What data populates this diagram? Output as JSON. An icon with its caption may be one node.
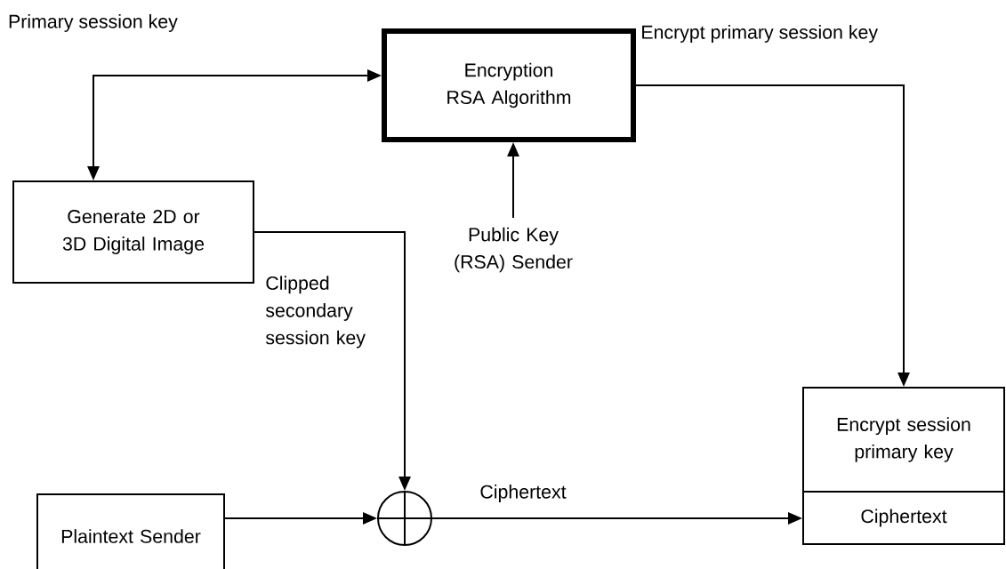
{
  "diagram": {
    "nodes": [
      {
        "text": [
          "Encryption RSA Algorithm"
        ]
      },
      {
        "text": [
          "Generate 2D or 3D Digital Image"
        ]
      },
      {
        "text": [
          "Public Key (RSA) Sender"
        ]
      },
      {
        "text": [
          "Plaintext Sender"
        ]
      },
      {
        "text": [],
        "shape": "circle"
      },
      {
        "text": [
          "Encrypt session primary key",
          "Ciphertext"
        ]
      }
    ],
    "edges": [
      {
        "from": 1,
        "to": 0,
        "arrow": "both"
      },
      {
        "from": 2,
        "to": 0,
        "arrow": "to"
      },
      {
        "from": 1,
        "to": 4,
        "arrow": "to",
        "label": "Clipped secondary session key"
      },
      {
        "from": 3,
        "to": 4,
        "arrow": "to"
      },
      {
        "from": 4,
        "to": 5,
        "arrow": "to",
        "label": "Ciphertext"
      },
      {
        "from": 0,
        "to": 5,
        "arrow": "to",
        "label": "Encrypt primary session key"
      }
    ],
    "labels": [
      "Primary session key"
    ]
  }
}
